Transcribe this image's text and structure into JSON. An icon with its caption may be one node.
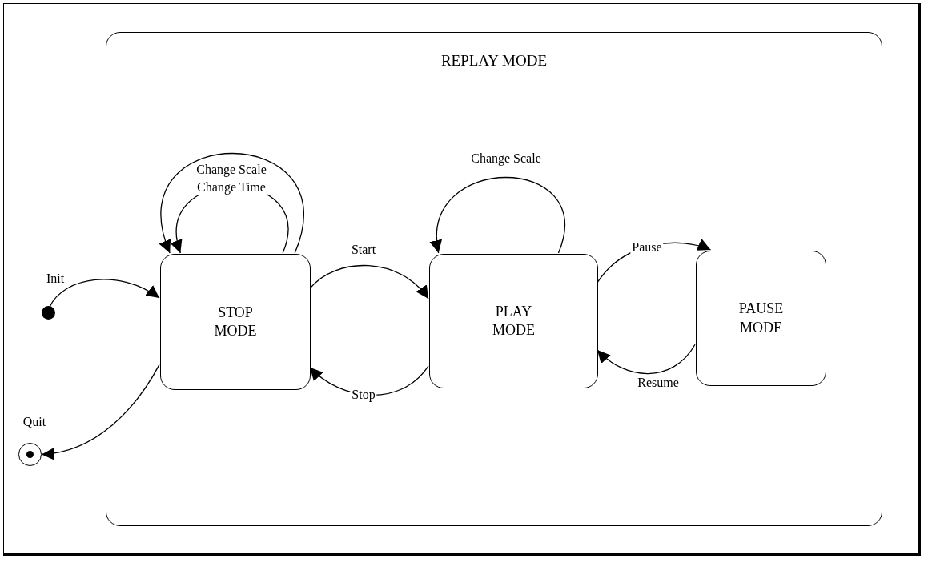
{
  "diagram": {
    "nodes": [
      {
        "text": [
          "REPLAY MODE"
        ]
      },
      {
        "text": [
          "STOP MODE"
        ],
        "in": 0
      },
      {
        "text": [
          "PLAY MODE"
        ],
        "in": 0
      },
      {
        "text": [
          "PAUSE MODE"
        ],
        "in": 0
      },
      {
        "text": [],
        "shape": "dot"
      },
      {
        "text": [],
        "shape": "circle"
      }
    ],
    "edges": [
      {
        "from": 4,
        "to": 1,
        "arrow": "to",
        "label": "Init"
      },
      {
        "from": 1,
        "to": 5,
        "arrow": "to",
        "label": "Quit"
      },
      {
        "from": 1,
        "to": 1,
        "arrow": "to",
        "label": "Change Scale"
      },
      {
        "from": 1,
        "to": 1,
        "arrow": "to",
        "label": "Change Time"
      },
      {
        "from": 1,
        "to": 2,
        "arrow": "to",
        "label": "Start"
      },
      {
        "from": 2,
        "to": 1,
        "arrow": "to",
        "label": "Stop"
      },
      {
        "from": 2,
        "to": 2,
        "arrow": "to",
        "label": "Change Scale"
      },
      {
        "from": 2,
        "to": 3,
        "arrow": "to",
        "label": "Pause"
      },
      {
        "from": 3,
        "to": 2,
        "arrow": "to",
        "label": "Resume"
      }
    ]
  }
}
